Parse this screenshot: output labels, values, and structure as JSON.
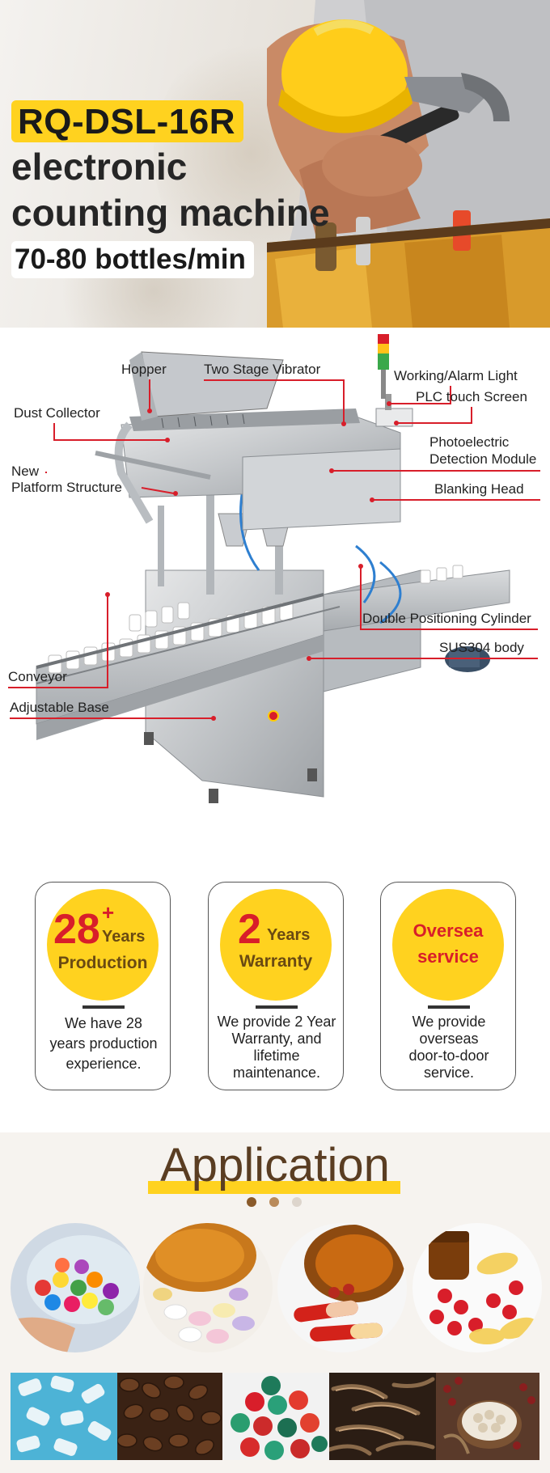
{
  "hero": {
    "model": "RQ-DSL-16R",
    "line1": "electronic",
    "line2": "counting machine",
    "speed": "70-80 bottles/min"
  },
  "diagram": {
    "callouts": {
      "hopper": "Hopper",
      "vibrator": "Two Stage Vibrator",
      "alarm_light": "Working/Alarm Light",
      "dust_collector": "Dust Collector",
      "plc_screen": "PLC touch Screen",
      "photoelectric_1": "Photoelectric",
      "photoelectric_2": "Detection Module",
      "platform_1": "New",
      "platform_2": "Platform Structure",
      "blanking_head": "Blanking Head",
      "positioning_cylinder": "Double Positioning Cylinder",
      "body": "SUS304 body",
      "conveyor": "Conveyor",
      "base": "Adjustable Base"
    }
  },
  "cards": [
    {
      "number": "28",
      "plus": "+",
      "unit": "Years",
      "word": "Production",
      "desc": [
        "We have 28",
        "years production",
        "experience."
      ]
    },
    {
      "number": "2",
      "unit": "Years",
      "word": "Warranty",
      "desc": [
        "We provide 2 Year",
        "Warranty, and",
        "lifetime",
        "maintenance."
      ]
    },
    {
      "line1": "Oversea",
      "line2": "service",
      "desc": [
        "We provide",
        "overseas",
        "door-to-door",
        "service."
      ]
    }
  ],
  "application": {
    "title": "Application"
  },
  "colors": {
    "accent_yellow": "#ffd21f",
    "accent_red": "#d81e2a",
    "brown": "#5a3d22"
  }
}
